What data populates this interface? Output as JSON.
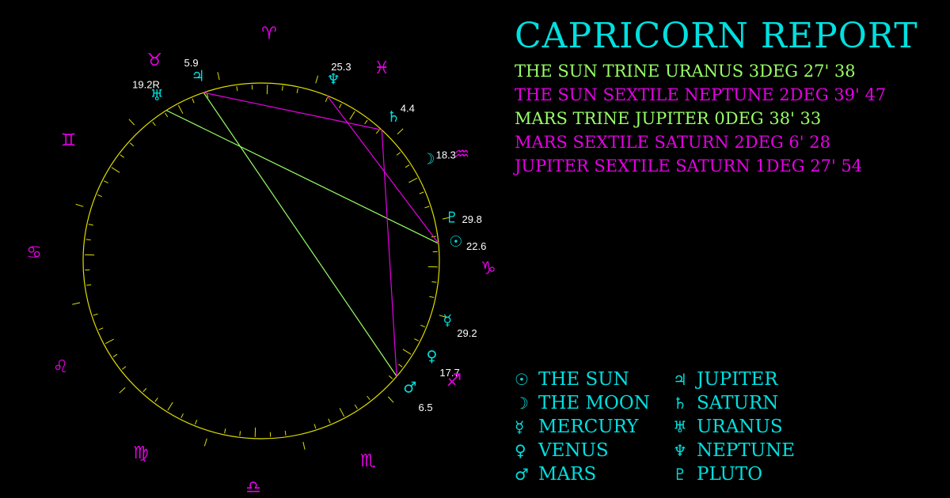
{
  "title": "CAPRICORN REPORT",
  "colors": {
    "background": "#000000",
    "title": "#00e0e0",
    "circle": "#dede00",
    "sign": "#e600e6",
    "planet": "#00e0e0",
    "degree_label": "#ffffff",
    "trine": "#99ff66",
    "sextile": "#e600e6"
  },
  "aspects": [
    {
      "text": "THE SUN TRINE URANUS 3DEG 27' 38",
      "type": "trine"
    },
    {
      "text": "THE SUN SEXTILE NEPTUNE 2DEG 39' 47",
      "type": "sextile"
    },
    {
      "text": "MARS TRINE JUPITER 0DEG 38' 33",
      "type": "trine"
    },
    {
      "text": "MARS SEXTILE SATURN 2DEG 6' 28",
      "type": "sextile"
    },
    {
      "text": "JUPITER SEXTILE SATURN 1DEG 27' 54",
      "type": "sextile"
    }
  ],
  "legend": [
    {
      "glyph": "☉",
      "label": "THE SUN"
    },
    {
      "glyph": "☽",
      "label": "THE MOON"
    },
    {
      "glyph": "☿",
      "label": "MERCURY"
    },
    {
      "glyph": "♀",
      "label": "VENUS"
    },
    {
      "glyph": "♂",
      "label": "MARS"
    },
    {
      "glyph": "♃",
      "label": "JUPITER"
    },
    {
      "glyph": "♄",
      "label": "SATURN"
    },
    {
      "glyph": "♅",
      "label": "URANUS"
    },
    {
      "glyph": "♆",
      "label": "NEPTUNE"
    },
    {
      "glyph": "♇",
      "label": "PLUTO"
    }
  ],
  "signs": [
    {
      "name": "capricorn",
      "glyph": "♑"
    },
    {
      "name": "sagittarius",
      "glyph": "♐"
    },
    {
      "name": "scorpio",
      "glyph": "♏"
    },
    {
      "name": "libra",
      "glyph": "♎"
    },
    {
      "name": "virgo",
      "glyph": "♍"
    },
    {
      "name": "leo",
      "glyph": "♌"
    },
    {
      "name": "cancer",
      "glyph": "♋"
    },
    {
      "name": "gemini",
      "glyph": "♊"
    },
    {
      "name": "taurus",
      "glyph": "♉"
    },
    {
      "name": "aries",
      "glyph": "♈"
    },
    {
      "name": "pisces",
      "glyph": "♓"
    },
    {
      "name": "aquarius",
      "glyph": "♒"
    }
  ],
  "planets": [
    {
      "name": "sun",
      "glyph": "☉",
      "sign": "capricorn",
      "degree": "22.6"
    },
    {
      "name": "pluto",
      "glyph": "♇",
      "sign": "capricorn",
      "degree": "29.8"
    },
    {
      "name": "mars",
      "glyph": "♂",
      "sign": "sagittarius",
      "degree": "6.5"
    },
    {
      "name": "mercury",
      "glyph": "☿",
      "sign": "sagittarius",
      "degree": "29.2"
    },
    {
      "name": "venus",
      "glyph": "♀",
      "sign": "sagittarius",
      "degree": "17.7"
    },
    {
      "name": "moon",
      "glyph": "☽",
      "sign": "aquarius",
      "degree": "18.3"
    },
    {
      "name": "saturn",
      "glyph": "♄",
      "sign": "pisces",
      "degree": "4.4"
    },
    {
      "name": "neptune",
      "glyph": "♆",
      "sign": "pisces",
      "degree": "25.3"
    },
    {
      "name": "jupiter",
      "glyph": "♃",
      "sign": "taurus",
      "degree": "5.9"
    },
    {
      "name": "uranus",
      "glyph": "♅",
      "sign": "taurus",
      "degree": "19.2R"
    }
  ],
  "aspect_lines": [
    {
      "from": "sun",
      "to": "uranus",
      "type": "trine"
    },
    {
      "from": "sun",
      "to": "neptune",
      "type": "sextile"
    },
    {
      "from": "mars",
      "to": "jupiter",
      "type": "trine"
    },
    {
      "from": "mars",
      "to": "saturn",
      "type": "sextile"
    },
    {
      "from": "jupiter",
      "to": "saturn",
      "type": "sextile"
    }
  ]
}
